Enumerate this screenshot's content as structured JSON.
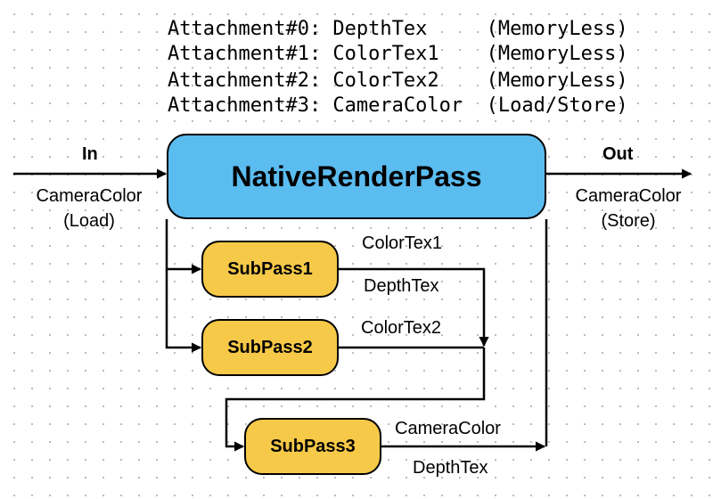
{
  "attachments": [
    "Attachment#0: DepthTex     (MemoryLess)",
    "Attachment#1: ColorTex1    (MemoryLess)",
    "Attachment#2: ColorTex2    (MemoryLess)",
    "Attachment#3: CameraColor  (Load/Store)"
  ],
  "main_pass": "NativeRenderPass",
  "input": {
    "title": "In",
    "resource": "CameraColor",
    "action": "(Load)"
  },
  "output": {
    "title": "Out",
    "resource": "CameraColor",
    "action": "(Store)"
  },
  "subpasses": [
    {
      "name": "SubPass1",
      "color_label": "ColorTex1",
      "depth_label": "DepthTex"
    },
    {
      "name": "SubPass2",
      "color_label": "ColorTex2"
    },
    {
      "name": "SubPass3",
      "color_label": "CameraColor",
      "depth_label": "DepthTex"
    }
  ],
  "colors": {
    "main_pass": "#5bbcf0",
    "subpass": "#f7c948",
    "line": "#000000"
  }
}
